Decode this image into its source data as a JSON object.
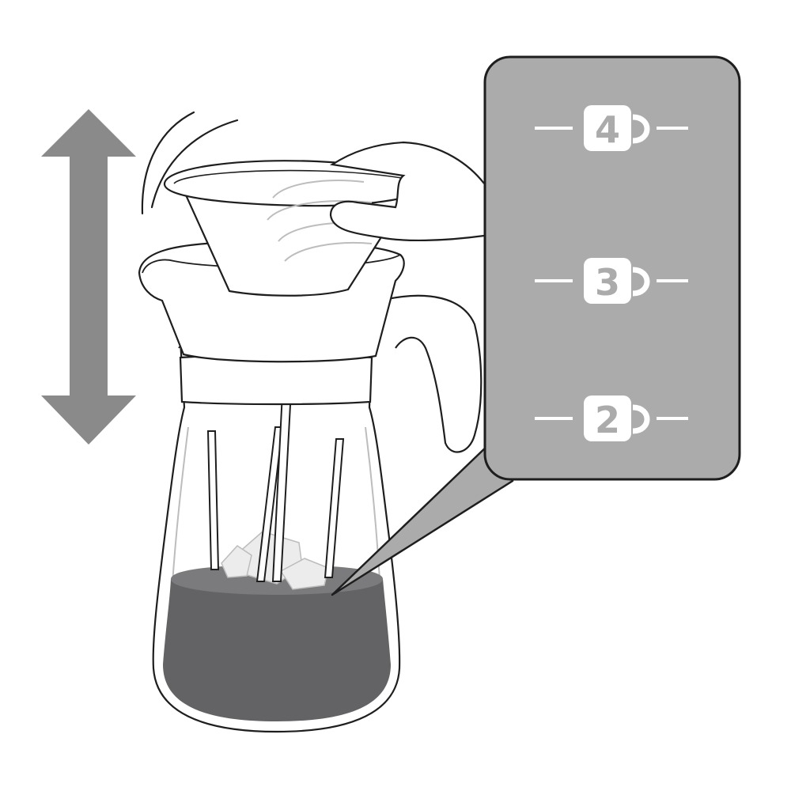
{
  "illustration": {
    "colors": {
      "background": "#ffffff",
      "outline": "#1e1e1e",
      "arrow": "#8a8a8a",
      "callout_fill": "#ababab",
      "coffee": "#636265",
      "coffee_top": "#7b7a7d",
      "glass_highlight": "#bdbdbd",
      "ice": "#ececec",
      "cup_icon": "#ffffff"
    },
    "icons": {
      "motion": "double-arrow-vertical-icon",
      "shake": "motion-lines-icon",
      "hand": "hand-icon",
      "vessel": "glass-pitcher-icon",
      "filter": "filter-basket-icon",
      "cup": "mug-icon"
    }
  },
  "callout": {
    "title": "",
    "markings": [
      {
        "label": "4"
      },
      {
        "label": "3"
      },
      {
        "label": "2"
      }
    ]
  }
}
